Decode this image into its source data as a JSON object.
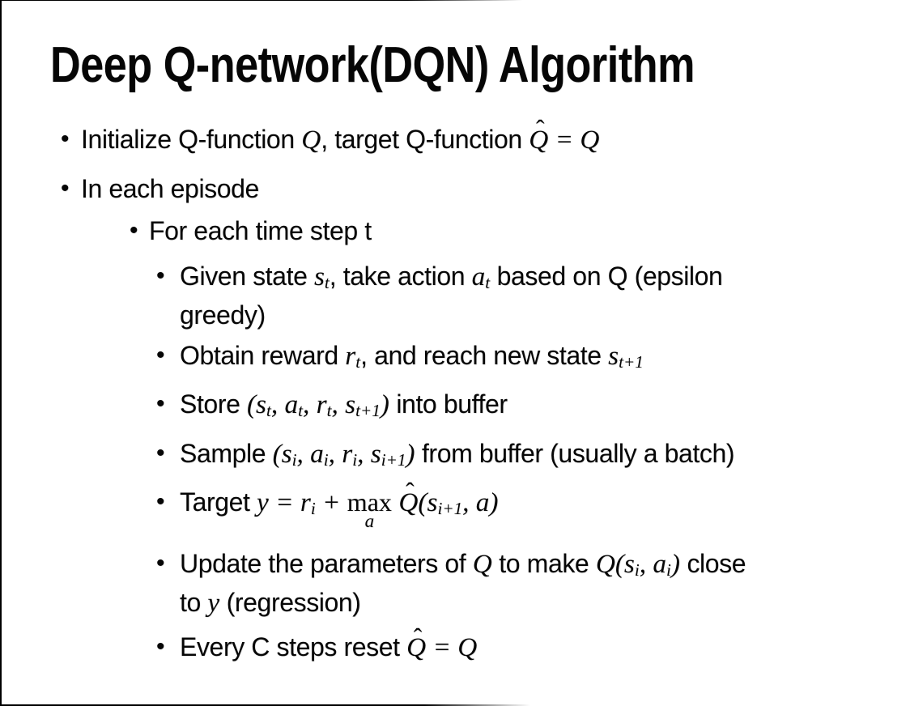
{
  "slide": {
    "title": "Deep Q-network(DQN) Algorithm",
    "glyphs": {
      "bullet": "•",
      "hat": "ˆ"
    },
    "bullets": [
      {
        "level": 1,
        "lines": [
          [
            {
              "t": "tx",
              "v": "Initialize Q-function "
            },
            {
              "t": "mi",
              "v": "Q"
            },
            {
              "t": "tx",
              "v": ", target Q-function "
            },
            {
              "t": "mh",
              "v": "Q"
            },
            {
              "t": "mi",
              "v": " = Q"
            }
          ]
        ]
      },
      {
        "level": 1,
        "lines": [
          [
            {
              "t": "tx",
              "v": "In each episode"
            }
          ]
        ]
      },
      {
        "level": 2,
        "lines": [
          [
            {
              "t": "tx",
              "v": "For each time step t"
            }
          ]
        ]
      },
      {
        "level": 3,
        "lines": [
          [
            {
              "t": "tx",
              "v": "Given state "
            },
            {
              "t": "mi",
              "v": "s"
            },
            {
              "t": "ms",
              "v": "t"
            },
            {
              "t": "tx",
              "v": ", take action "
            },
            {
              "t": "mi",
              "v": "a"
            },
            {
              "t": "ms",
              "v": "t"
            },
            {
              "t": "tx",
              "v": " based on Q (epsilon"
            }
          ],
          [
            {
              "t": "tx",
              "v": "greedy)"
            }
          ]
        ]
      },
      {
        "level": 3,
        "lines": [
          [
            {
              "t": "tx",
              "v": "Obtain reward "
            },
            {
              "t": "mi",
              "v": "r"
            },
            {
              "t": "ms",
              "v": "t"
            },
            {
              "t": "tx",
              "v": ", and reach new state "
            },
            {
              "t": "mi",
              "v": "s"
            },
            {
              "t": "ms",
              "v": "t+1"
            }
          ]
        ]
      },
      {
        "level": 3,
        "lines": [
          [
            {
              "t": "tx",
              "v": "Store "
            },
            {
              "t": "mi",
              "v": "(s"
            },
            {
              "t": "ms",
              "v": "t"
            },
            {
              "t": "mi",
              "v": ", a"
            },
            {
              "t": "ms",
              "v": "t"
            },
            {
              "t": "mi",
              "v": ", r"
            },
            {
              "t": "ms",
              "v": "t"
            },
            {
              "t": "mi",
              "v": ", s"
            },
            {
              "t": "ms",
              "v": "t+1"
            },
            {
              "t": "mi",
              "v": ")"
            },
            {
              "t": "tx",
              "v": " into buffer"
            }
          ]
        ]
      },
      {
        "level": 3,
        "lines": [
          [
            {
              "t": "tx",
              "v": "Sample "
            },
            {
              "t": "mi",
              "v": "(s"
            },
            {
              "t": "ms",
              "v": "i"
            },
            {
              "t": "mi",
              "v": ", a"
            },
            {
              "t": "ms",
              "v": "i"
            },
            {
              "t": "mi",
              "v": ", r"
            },
            {
              "t": "ms",
              "v": "i"
            },
            {
              "t": "mi",
              "v": ", s"
            },
            {
              "t": "ms",
              "v": "i+1"
            },
            {
              "t": "mi",
              "v": ")"
            },
            {
              "t": "tx",
              "v": " from buffer (usually a batch)"
            }
          ]
        ]
      },
      {
        "level": 3,
        "lines": [
          [
            {
              "t": "tx",
              "v": "Target "
            },
            {
              "t": "mi",
              "v": "y = r"
            },
            {
              "t": "ms",
              "v": "i"
            },
            {
              "t": "mi",
              "v": " + "
            },
            {
              "t": "mu",
              "v": "max",
              "u": "a"
            },
            {
              "t": "tx",
              "v": " "
            },
            {
              "t": "mh",
              "v": "Q"
            },
            {
              "t": "mi",
              "v": "(s"
            },
            {
              "t": "ms",
              "v": "i+1"
            },
            {
              "t": "mi",
              "v": ", a)"
            }
          ]
        ]
      },
      {
        "level": 3,
        "lines": [
          [
            {
              "t": "tx",
              "v": "Update the parameters of "
            },
            {
              "t": "mi",
              "v": "Q"
            },
            {
              "t": "tx",
              "v": " to make "
            },
            {
              "t": "mi",
              "v": "Q(s"
            },
            {
              "t": "ms",
              "v": "i"
            },
            {
              "t": "mi",
              "v": ", a"
            },
            {
              "t": "ms",
              "v": "i"
            },
            {
              "t": "mi",
              "v": ")"
            },
            {
              "t": "tx",
              "v": " close"
            }
          ],
          [
            {
              "t": "tx",
              "v": "to "
            },
            {
              "t": "mi",
              "v": "y"
            },
            {
              "t": "tx",
              "v": " (regression)"
            }
          ]
        ]
      },
      {
        "level": 3,
        "lines": [
          [
            {
              "t": "tx",
              "v": "Every C steps reset "
            },
            {
              "t": "mh",
              "v": "Q"
            },
            {
              "t": "mi",
              "v": " = Q"
            }
          ]
        ]
      }
    ]
  }
}
